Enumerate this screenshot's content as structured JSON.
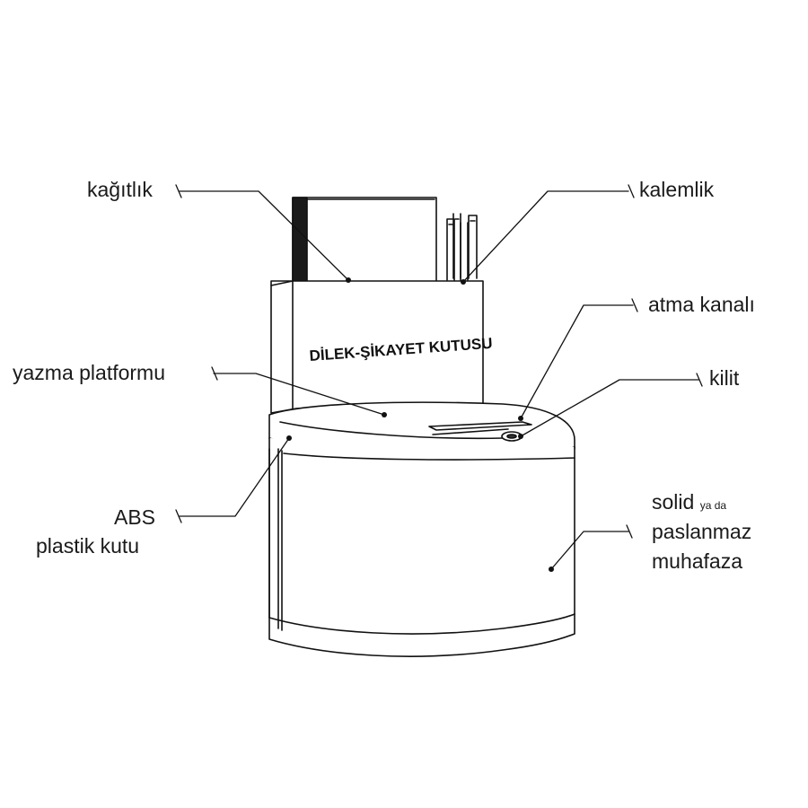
{
  "product": {
    "box_label": "DİLEK-ŞİKAYET KUTUSU"
  },
  "callouts": {
    "paper_holder": "kağıtlık",
    "pen_holder": "kalemlik",
    "slot": "atma kanalı",
    "writing_platform": "yazma platformu",
    "lock": "kilit",
    "abs_line1": "ABS",
    "abs_line2": "plastik kutu",
    "housing_line1": "solid",
    "housing_small": "ya da",
    "housing_line2": "paslanmaz",
    "housing_line3": "muhafaza"
  }
}
